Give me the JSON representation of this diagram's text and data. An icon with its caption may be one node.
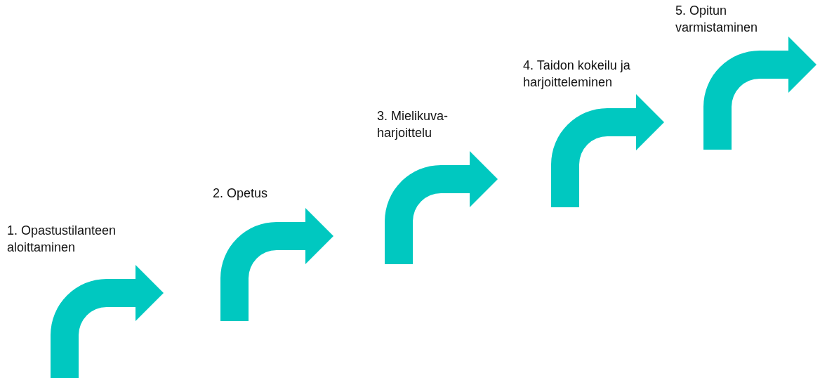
{
  "diagram": {
    "nodes": [
      {
        "text": [
          "1. Opastustilanteen aloittaminen"
        ]
      },
      {
        "text": [
          "2. Opetus"
        ]
      },
      {
        "text": [
          "3. Mielikuva-harjoittelu"
        ]
      },
      {
        "text": [
          "4. Taidon kokeilu ja harjoitteleminen"
        ]
      },
      {
        "text": [
          "5. Opitun varmistaminen"
        ]
      }
    ]
  }
}
